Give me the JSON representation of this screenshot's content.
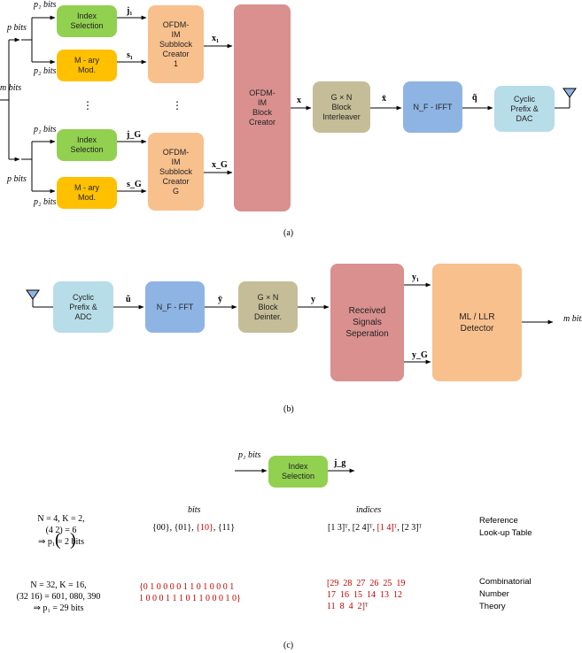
{
  "a": {
    "caption": "(a)",
    "input_bits": "m\nbits",
    "p_bits": "p\nbits",
    "p1_bits": "p₁\nbits",
    "p2_bits": "p₂\nbits",
    "dots": "⋮",
    "index_selection": "Index\nSelection",
    "mary_mod": "M - ary\nMod.",
    "subblock_1": "OFDM-\nIM\nSubblock\nCreator\n1",
    "subblock_g": "OFDM-\nIM\nSubblock\nCreator\nG",
    "block_creator": "OFDM-\nIM\nBlock\nCreator",
    "interleaver": "G × N\nBlock\nInterleaver",
    "ifft": "N_F - IFFT",
    "cp_dac": "Cyclic\nPrefix &\nDAC",
    "sig_j1": "j₁",
    "sig_s1": "s₁",
    "sig_jG": "j_G",
    "sig_sG": "s_G",
    "sig_x1": "x₁",
    "sig_xG": "x_G",
    "sig_x": "x",
    "sig_xbar": "x̄",
    "sig_qtilde": "q̃"
  },
  "b": {
    "caption": "(b)",
    "cp_adc": "Cyclic\nPrefix &\nADC",
    "fft": "N_F - FFT",
    "deinter": "G × N\nBlock\nDeinter.",
    "separation": "Received\nSignals\nSeperation",
    "detector": "ML / LLR\nDetector",
    "sig_u": "ũ",
    "sig_ybar": "ȳ",
    "sig_y": "y",
    "sig_y1": "y₁",
    "sig_yG": "y_G",
    "out_bits": "m\nbits"
  },
  "c": {
    "caption": "(c)",
    "p1_bits": "p₁\nbits",
    "index_selection": "Index\nSelection",
    "sig_jg": "j_g",
    "col_bits": "bits",
    "col_indices": "indices",
    "row1_params": "N = 4, K = 2,\n(4 2) = 6\n⇒ p₁ = 2 bits",
    "row1_bits_a": "{00}, {01}, ",
    "row1_bits_red": "{10}",
    "row1_bits_b": ", {11}",
    "row1_idx_a": "[1 3]ᵀ, [2 4]ᵀ, ",
    "row1_idx_red": "[1 4]ᵀ",
    "row1_idx_b": ", [2 3]ᵀ",
    "row1_method": "Reference\nLook-up Table",
    "row2_params": "N = 32, K = 16,\n(32 16) = 601, 080, 390\n⇒ p₁ = 29 bits",
    "row2_bits": "{0 1 0 0 0 0 1 1 0 1 0 0 0 1\n1 0 0 0 1 1 1 0 1 1 0 0 0 1 0}",
    "row2_indices": "[29  28  27  26  25  19\n17  16  15  14  13  12\n11  8  4  2]",
    "row2_indices_t": "ᵀ",
    "row2_method": "Combinatorial\nNumber\nTheory"
  }
}
